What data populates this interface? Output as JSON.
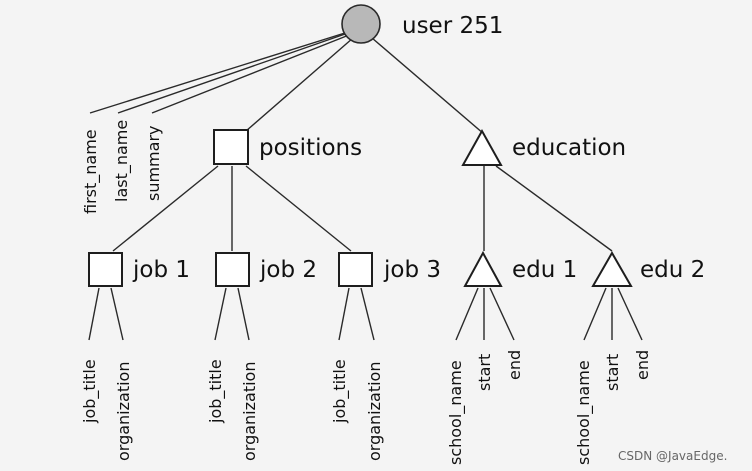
{
  "root": {
    "label": "user 251",
    "shape": "circle"
  },
  "root_attributes": [
    "first_name",
    "last_name",
    "summary"
  ],
  "positions": {
    "label": "positions",
    "shape": "square",
    "children": [
      {
        "label": "job 1",
        "shape": "square",
        "fields": [
          "job_title",
          "organization"
        ]
      },
      {
        "label": "job 2",
        "shape": "square",
        "fields": [
          "job_title",
          "organization"
        ]
      },
      {
        "label": "job 3",
        "shape": "square",
        "fields": [
          "job_title",
          "organization"
        ]
      }
    ]
  },
  "education": {
    "label": "education",
    "shape": "triangle",
    "children": [
      {
        "label": "edu 1",
        "shape": "triangle",
        "fields": [
          "school_name",
          "start",
          "end"
        ]
      },
      {
        "label": "edu 2",
        "shape": "triangle",
        "fields": [
          "school_name",
          "start",
          "end"
        ]
      }
    ]
  },
  "watermark": "CSDN @JavaEdge.",
  "colors": {
    "root_fill": "#b8b8b8",
    "stroke": "#1e1e1e",
    "background": "#f4f4f4"
  }
}
